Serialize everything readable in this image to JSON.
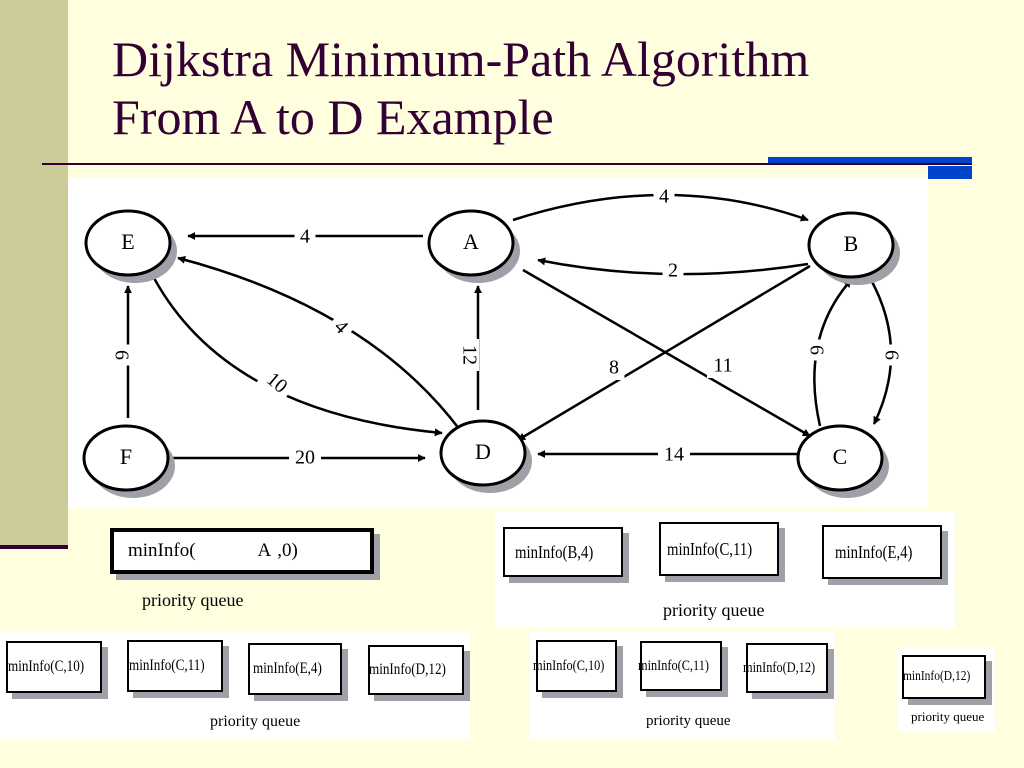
{
  "slide": {
    "title_line1": "Dijkstra Minimum-Path Algorithm",
    "title_line2": "From A to D Example"
  },
  "colors": {
    "background": "#ffffe0",
    "sidebar": "#cccc99",
    "title": "#330033",
    "accent": "#0044cc",
    "node_shadow": "#a0a0a8"
  },
  "graph": {
    "nodes": [
      {
        "id": "E",
        "label": "E"
      },
      {
        "id": "A",
        "label": "A"
      },
      {
        "id": "B",
        "label": "B"
      },
      {
        "id": "F",
        "label": "F"
      },
      {
        "id": "D",
        "label": "D"
      },
      {
        "id": "C",
        "label": "C"
      }
    ],
    "edges": [
      {
        "from": "A",
        "to": "E",
        "weight": "4"
      },
      {
        "from": "A",
        "to": "B",
        "weight": "4"
      },
      {
        "from": "B",
        "to": "A",
        "weight": "2"
      },
      {
        "from": "D",
        "to": "E",
        "weight": "4"
      },
      {
        "from": "E",
        "to": "D",
        "weight": "10"
      },
      {
        "from": "F",
        "to": "E",
        "weight": "6"
      },
      {
        "from": "D",
        "to": "A",
        "weight": "12"
      },
      {
        "from": "B",
        "to": "D",
        "weight": "8"
      },
      {
        "from": "A",
        "to": "C",
        "weight": "11"
      },
      {
        "from": "C",
        "to": "B",
        "weight": "6"
      },
      {
        "from": "B",
        "to": "C",
        "weight": "6"
      },
      {
        "from": "F",
        "to": "D",
        "weight": "20"
      },
      {
        "from": "C",
        "to": "D",
        "weight": "14"
      }
    ]
  },
  "queues": [
    {
      "id": "q1",
      "label": "priority queue",
      "items": [
        {
          "prefix": "minInfo(",
          "node": "A",
          "suffix": ",0)"
        }
      ]
    },
    {
      "id": "q2",
      "label": "priority queue",
      "items": [
        "minInfo(B,4)",
        "minInfo(C,11)",
        "minInfo(E,4)"
      ]
    },
    {
      "id": "q3",
      "label": "priority queue",
      "items": [
        "minInfo(C,10)",
        "minInfo(C,11)",
        "minInfo(E,4)",
        "minInfo(D,12)"
      ]
    },
    {
      "id": "q4",
      "label": "priority queue",
      "items": [
        "minInfo(C,10)",
        "minInfo(C,11)",
        "minInfo(D,12)"
      ]
    },
    {
      "id": "q5",
      "label": "priority queue",
      "items": [
        "minInfo(D,12)"
      ]
    }
  ]
}
